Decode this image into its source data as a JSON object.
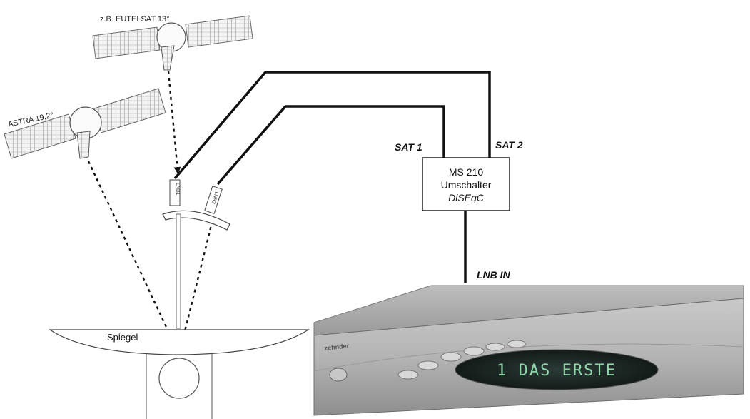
{
  "satellites": {
    "eutelsat_label": "z.B. EUTELSAT 13°",
    "astra_label": "ASTRA 19,2°"
  },
  "lnb": {
    "label_1": "LNB1",
    "label_2": "LNB2"
  },
  "switch": {
    "port_1": "SAT 1",
    "port_2": "SAT 2",
    "line1": "MS 210",
    "line2": "Umschalter",
    "line3": "DiSEqC"
  },
  "receiver": {
    "input_label": "LNB IN",
    "brand": "zehnder",
    "display_text": "1 DAS ERSTE"
  },
  "mirror": {
    "label": "Spiegel"
  }
}
